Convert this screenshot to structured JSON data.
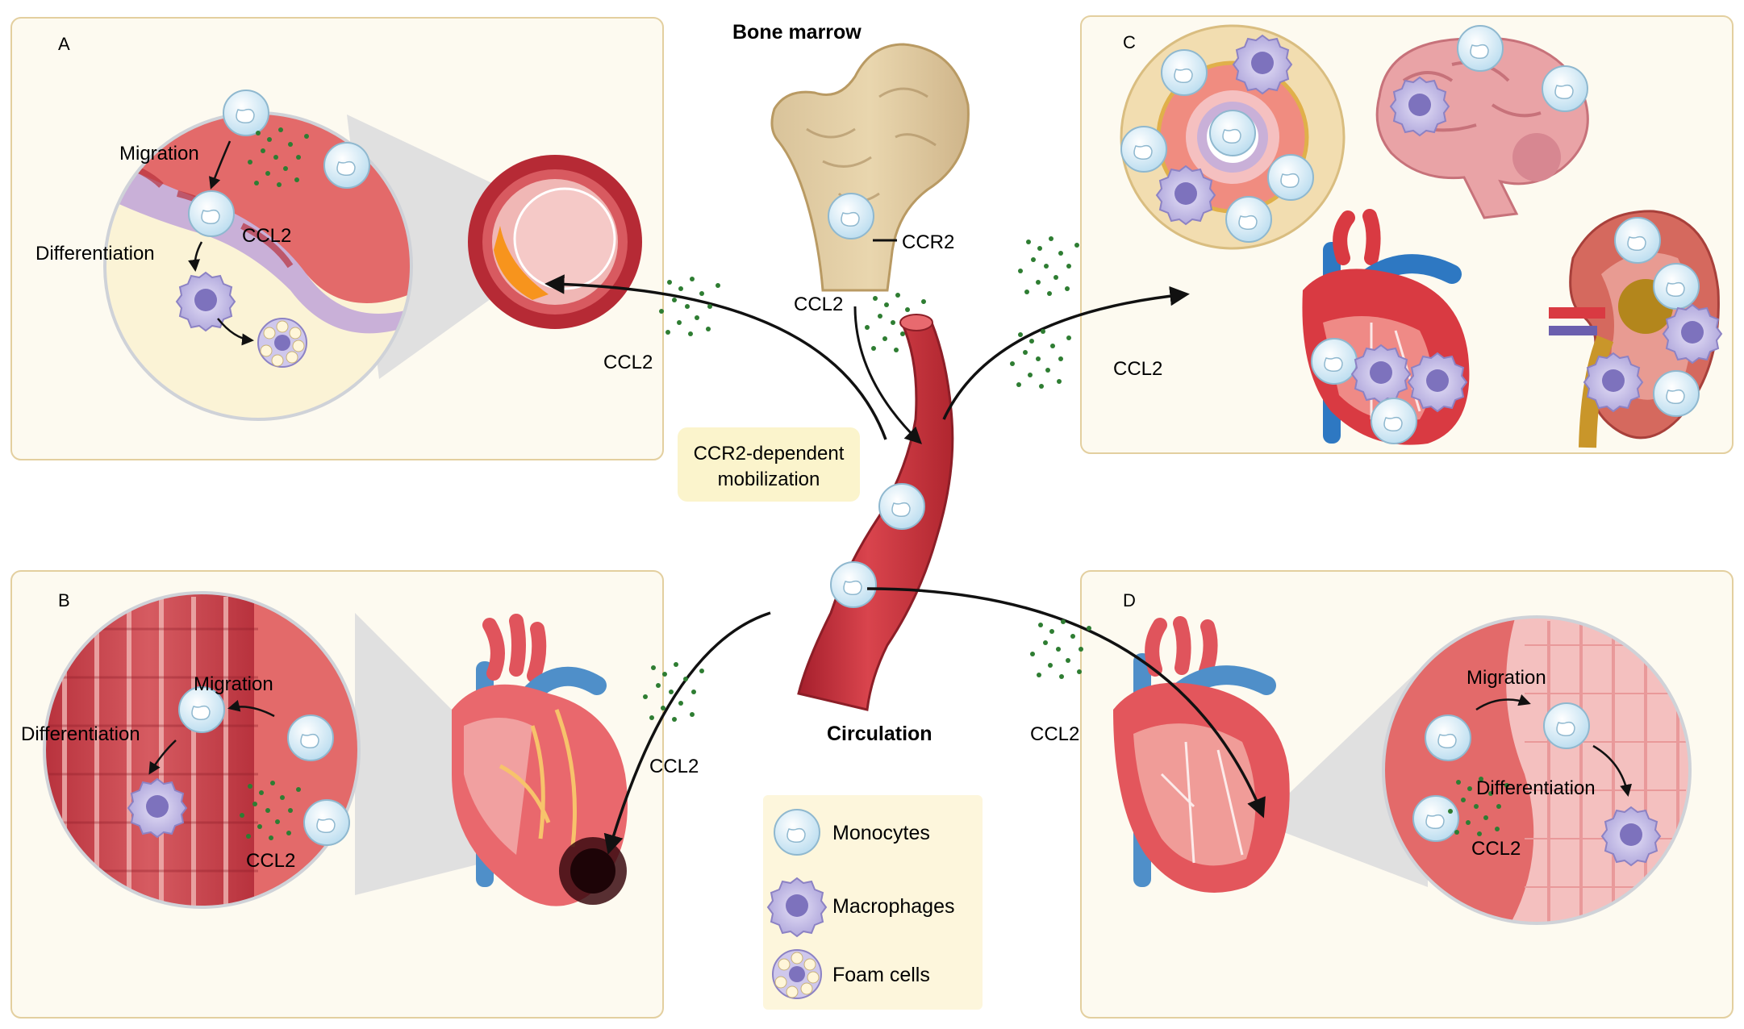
{
  "panels": {
    "a": {
      "letter": "A",
      "migration": "Migration",
      "differentiation": "Differentiation",
      "ccl2": "CCL2"
    },
    "b": {
      "letter": "B",
      "migration": "Migration",
      "differentiation": "Differentiation",
      "ccl2": "CCL2"
    },
    "c": {
      "letter": "C"
    },
    "d": {
      "letter": "D",
      "migration": "Migration",
      "differentiation": "Differentiation",
      "ccl2": "CCL2"
    }
  },
  "center": {
    "bone_marrow": "Bone marrow",
    "ccr2": "CCR2",
    "ccl2_bone": "CCL2",
    "mobilization_line1": "CCR2-dependent",
    "mobilization_line2": "mobilization",
    "circulation": "Circulation"
  },
  "arrow_labels": {
    "to_a": "CCL2",
    "to_b": "CCL2",
    "to_c": "CCL2",
    "to_d": "CCL2"
  },
  "legend": {
    "items": [
      {
        "label": "Monocytes",
        "icon": "monocyte-icon"
      },
      {
        "label": "Macrophages",
        "icon": "macrophage-icon"
      },
      {
        "label": "Foam cells",
        "icon": "foam-cell-icon"
      }
    ]
  },
  "colors": {
    "panel_bg": "#fdfaf0",
    "panel_border": "#e3cf9f",
    "tissue_red": "#e36a6a",
    "vessel_red": "#c5333d",
    "monocyte": "#dceef8",
    "macrophage": "#c2bbe6",
    "chemokine": "#2e7d32",
    "plaque_orange": "#f7941d"
  }
}
